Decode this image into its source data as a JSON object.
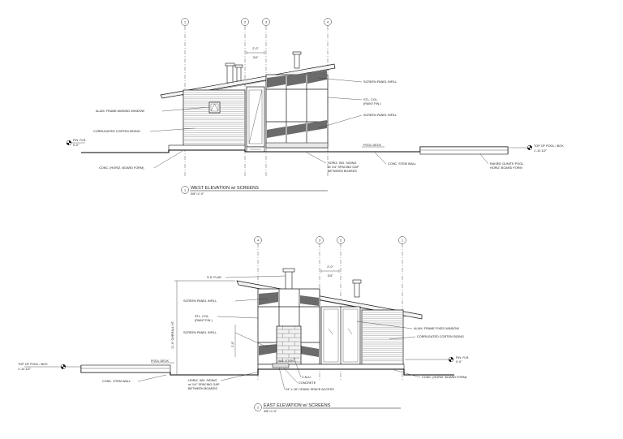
{
  "west": {
    "title": "WEST ELEVATION w/ SCREENS",
    "number": "1",
    "scale": "3/8\"=1'-0\"",
    "grid": [
      "1",
      "2",
      "3",
      "4"
    ],
    "dim_top": "2'-0\"",
    "dim_top_sub": "3/4\"",
    "labels": {
      "awning": "ALUM. FRAME AWNING WINDOW",
      "corten": "CORRUGATED CORTEN SIDING",
      "screen_top": "SCREEN PANEL INFILL",
      "stl_col": "STL. COL.",
      "stl_col_sub": "(PAINT FIN.)",
      "screen_mid": "SCREEN PANEL INFILL",
      "pool_deck": "POOL DECK",
      "fin_flr": "FIN. FLR.",
      "fin_flr_sub": "0'-0\"",
      "top_pool": "TOP OF POOL / BOX",
      "top_pool_sub": "1'-10 1/2\"",
      "conc_horiz": "CONC. (HORIZ. BOARD FORM)",
      "horiz_wd_1": "HORIZ. WD. SIDING",
      "horiz_wd_2": "w/ 1/4\" SPACING GAP",
      "horiz_wd_3": "BETWEEN BOARDS",
      "stem_wall": "CONC. STEM WALL",
      "gunite_1": "RAISED GUNITE POOL,",
      "gunite_2": "HORIZ. BOARD FORM"
    }
  },
  "east": {
    "title": "EAST ELEVATION w/ SCREENS",
    "number": "2",
    "scale": "3/8\"=1'-0\"",
    "grid": [
      "4",
      "3",
      "2",
      "1"
    ],
    "dim_top": "2'-0\"",
    "dim_top_sub": "3/4\"",
    "dim_height": "11'-0\" OVERALL HT.",
    "dim_small": "2'-0\"",
    "labels": {
      "ss_flue": "S.S. FLUE",
      "screen_top": "SCREEN PANEL INFILL",
      "stl_col": "STL. COL.",
      "stl_col_sub": "(PAINT FIN.)",
      "screen_mid": "SCREEN PANEL INFILL",
      "pool_deck": "POOL DECK",
      "top_pool": "TOP OF POOL / BOX",
      "top_pool_sub": "1'-10 1/2\"",
      "stem_wall": "CONC. STEM WALL",
      "horiz_wd_1": "HORIZ. WD. SIDING",
      "horiz_wd_2": "w/ 1/4\" SPACING GAP",
      "horiz_wd_3": "BETWEEN BOARDS",
      "wd_stor": "WD. STOR.",
      "cmu": "C.M.U.",
      "concrete": "CONCRETE",
      "crawl": "24\" x 18\" CRAWL SPACE ACCESS",
      "alum_fixed": "ALUM. FRAME FIXED WINDOW",
      "corten": "CORRUGATED CORTEN SIDING",
      "fin_flr": "FIN. FLR.",
      "fin_flr_sub": "0'-0\"",
      "conc_horiz": "CONC. (HORIZ. BOARD FORM)"
    }
  }
}
